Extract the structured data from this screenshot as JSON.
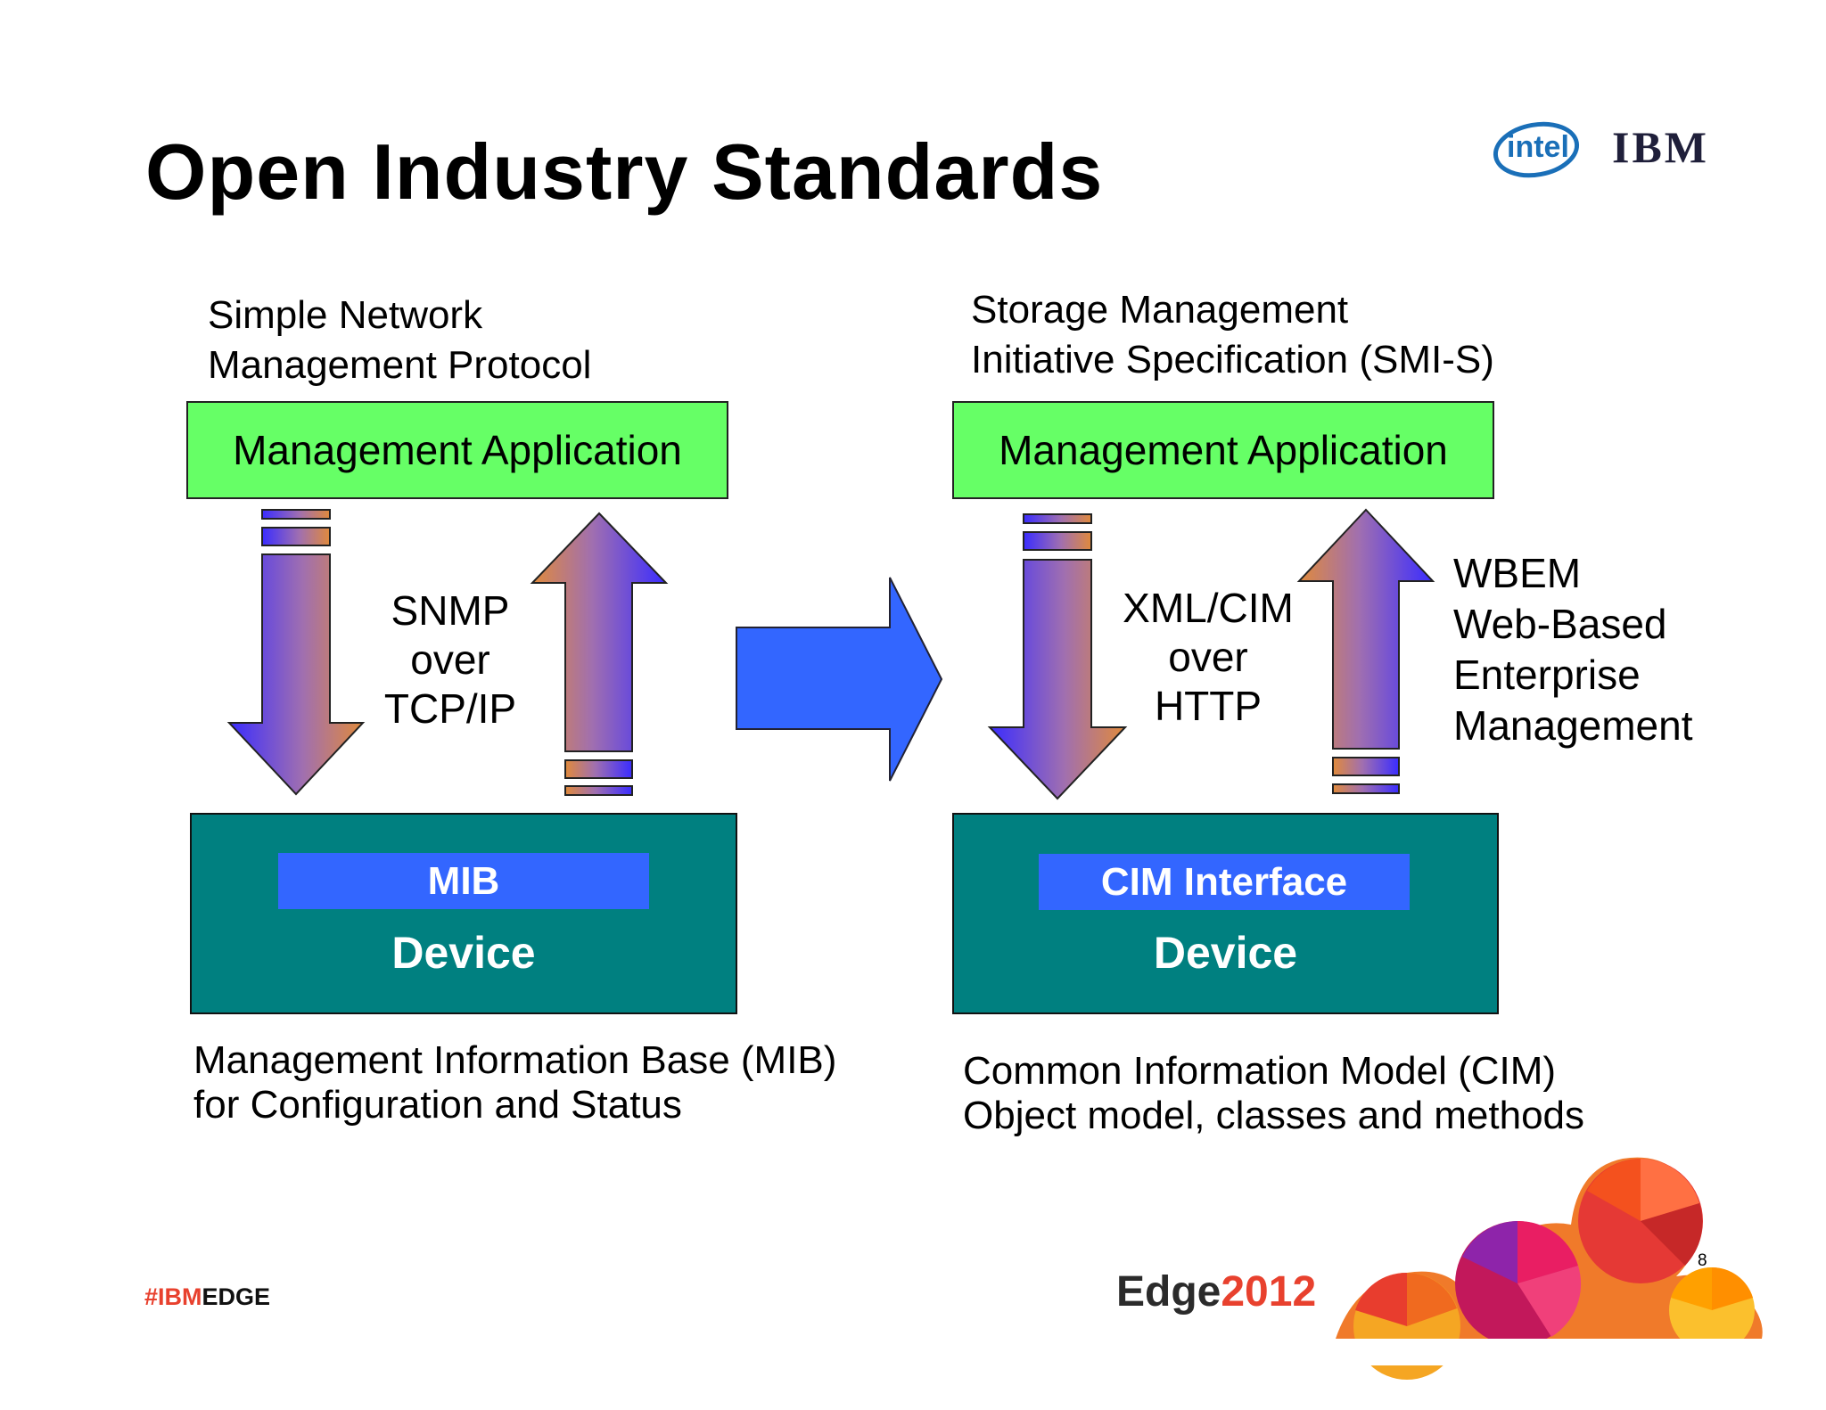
{
  "slide": {
    "title": "Open Industry Standards",
    "page_number": "8",
    "footer_tag_prefix": "#IBM",
    "footer_tag_suffix": "EDGE",
    "event_logo_word": "Edge",
    "event_logo_year": "2012",
    "logo_intel": "intel",
    "logo_ibm": "IBM"
  },
  "left": {
    "caption_line1": "Simple Network",
    "caption_line2": "Management Protocol",
    "app_label": "Management Application",
    "protocol_line1": "SNMP",
    "protocol_line2": "over",
    "protocol_line3": "TCP/IP",
    "inner_label": "MIB",
    "device_label": "Device",
    "bottom_line1": "Management Information Base (MIB)",
    "bottom_line2": "for Configuration and Status"
  },
  "right": {
    "caption_line1": "Storage Management",
    "caption_line2": "Initiative Specification (SMI-S)",
    "app_label": "Management Application",
    "protocol_line1": "XML/CIM",
    "protocol_line2": "over",
    "protocol_line3": "HTTP",
    "wbem_line1": "WBEM",
    "wbem_line2": "Web-Based",
    "wbem_line3": "Enterprise",
    "wbem_line4": "Management",
    "inner_label": "CIM Interface",
    "device_label": "Device",
    "bottom_line1": "Common Information Model (CIM)",
    "bottom_line2": "Object model, classes and methods"
  },
  "colors": {
    "app_box": "#66ff66",
    "device_box": "#008080",
    "inner_bar": "#3366ff",
    "big_arrow": "#3366ff",
    "ibm_red": "#e8412e",
    "year_red": "#e8412e"
  },
  "icons": [
    "intel-logo",
    "ibm-logo",
    "down-arrow",
    "up-arrow",
    "right-arrow",
    "edge-cloud-graphic"
  ]
}
